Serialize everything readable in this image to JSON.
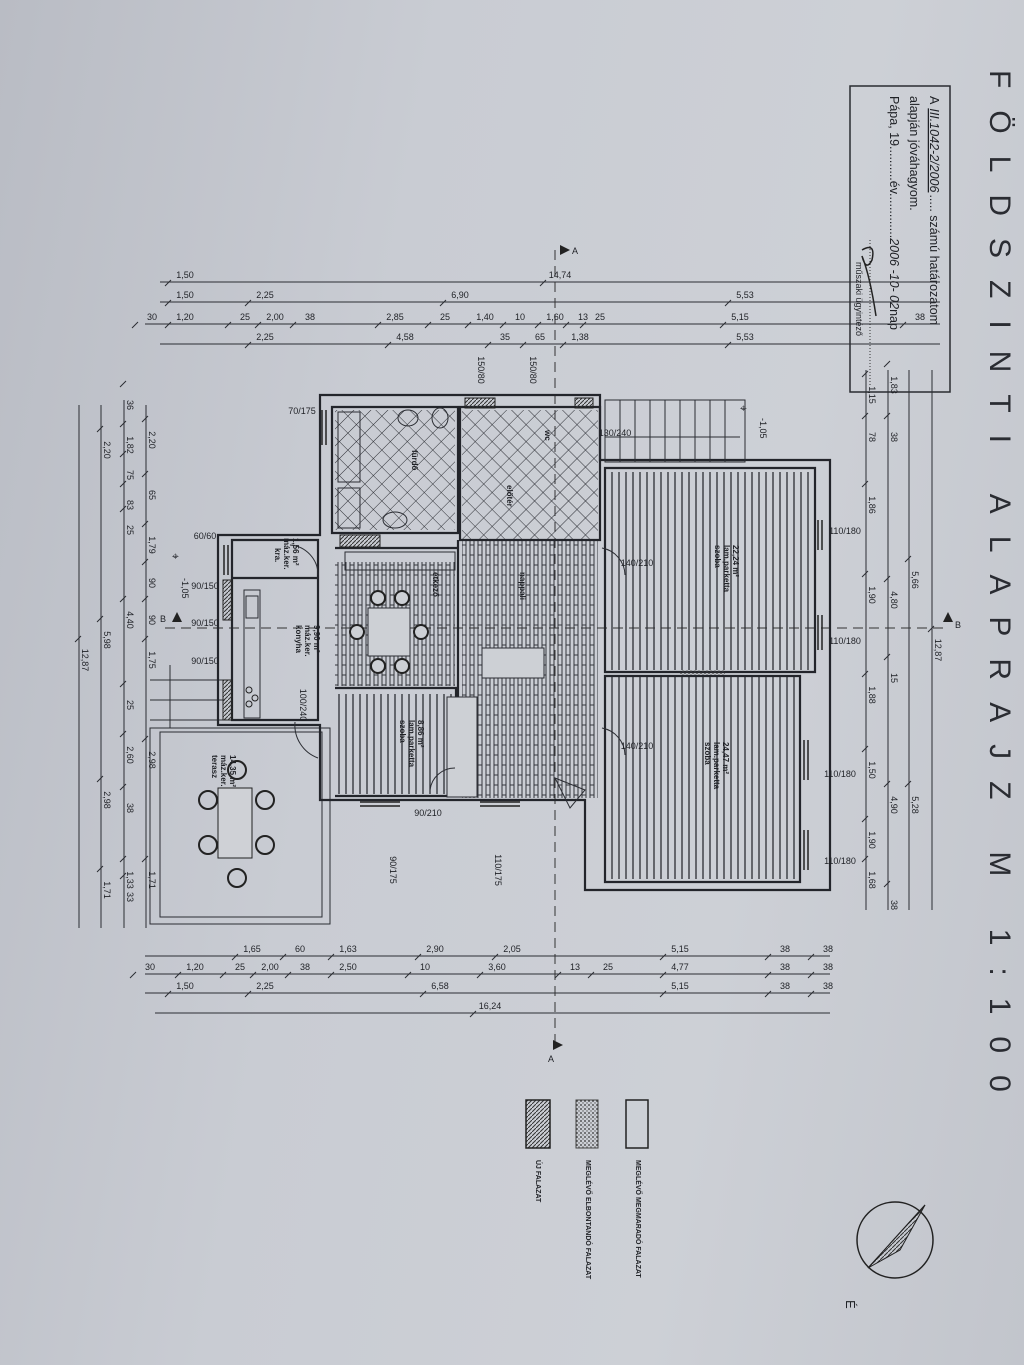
{
  "title": {
    "text": "FÖLDSZINTI ALAPRAJZ",
    "scale": "M 1:100"
  },
  "approval_stamp": {
    "line1_prefix": "A",
    "resolution_no": "III.1042-2/2006",
    "line1_suffix": "..... számú határozatom",
    "line2": "alapján jóváhagyom.",
    "line3_place": "Pápa, 19..........év.............",
    "date": "2006 -10- 02",
    "line3_suffix": "nap",
    "signature_label": "műszaki ügyintéző"
  },
  "rooms": [
    {
      "name": "kra.",
      "floor": "máz.ker.",
      "area": "1,56 m²"
    },
    {
      "name": "konyha",
      "floor": "máz.ker.",
      "area": "9,90 m²"
    },
    {
      "name": "terasz",
      "floor": "máz.ker.",
      "area": "14,35 m²"
    },
    {
      "name": "szoba",
      "floor": "lam.parketta",
      "area": "8,86 m²"
    },
    {
      "name": "szoba",
      "floor": "lam.parketta",
      "area": "22,24 m²"
    },
    {
      "name": "szoba",
      "floor": "lam.parketta",
      "area": "24,47 m²"
    },
    {
      "name": "fürdő",
      "floor": "",
      "area": ""
    },
    {
      "name": "étkező",
      "floor": "",
      "area": ""
    },
    {
      "name": "nappali",
      "floor": "",
      "area": ""
    },
    {
      "name": "előtér",
      "floor": "",
      "area": ""
    },
    {
      "name": "wc",
      "floor": "",
      "area": ""
    }
  ],
  "openings": [
    "70/175",
    "60/60",
    "90/150",
    "90/150",
    "90/150",
    "100/240",
    "90/210",
    "90/175",
    "110/175",
    "130/240",
    "140/210",
    "140/210",
    "110/180",
    "110/180",
    "110/180",
    "110/180",
    "150/80",
    "150/80"
  ],
  "levels": [
    "-1,05",
    "-1,05"
  ],
  "section_markers": [
    "A",
    "A",
    "B",
    "B"
  ],
  "dimensions": {
    "top": [
      [
        "1,50",
        "14,74"
      ],
      [
        "1,50",
        "2,25",
        "6,90",
        "5,53"
      ],
      [
        "30",
        "1,20",
        "25",
        "2,00",
        "38",
        "2,85",
        "25",
        "1,40",
        "10",
        "1,60",
        "13",
        "25",
        "5,15",
        "38"
      ],
      [
        "2,25",
        "4,58",
        "35",
        "65",
        "1,38",
        "5,53"
      ]
    ],
    "bottom": [
      [
        "1,65",
        "60",
        "1,63",
        "2,90",
        "2,05",
        "5,15",
        "38",
        "38"
      ],
      [
        "30",
        "1,20",
        "25",
        "2,00",
        "38",
        "2,50",
        "10",
        "3,60",
        "13",
        "25",
        "4,77",
        "38",
        "38"
      ],
      [
        "1,50",
        "2,25",
        "6,58",
        "5,15",
        "38",
        "38"
      ],
      [
        "16,24"
      ]
    ],
    "left": [
      [
        "12,87"
      ],
      [
        "2,20",
        "5,98",
        "2,98",
        "1,71"
      ],
      [
        "36",
        "1,82",
        "75",
        "83",
        "25",
        "4,40",
        "25",
        "2,60",
        "38",
        "1,33",
        "33"
      ],
      [
        "2,20",
        "65",
        "1,79",
        "90",
        "90",
        "1,75",
        "2,98",
        "1,71"
      ]
    ],
    "right": [
      [
        "1,15",
        "78",
        "1,86",
        "1,90",
        "1,88",
        "1,50",
        "1,90",
        "1,68"
      ],
      [
        "1,83",
        "38",
        "4,80",
        "15",
        "4,90",
        "38"
      ],
      [
        "5,66",
        "5,28"
      ],
      [
        "12,87"
      ]
    ]
  },
  "legend": [
    {
      "label": "MEGLÉVŐ MEGMARADÓ FALAZAT"
    },
    {
      "label": "MEGLÉVŐ ELBONTANDÓ FALAZAT"
    },
    {
      "label": "ÚJ FALAZAT"
    }
  ],
  "north_label": "É",
  "colors": {
    "paper": "#c6c9d0",
    "ink": "#23252b"
  }
}
